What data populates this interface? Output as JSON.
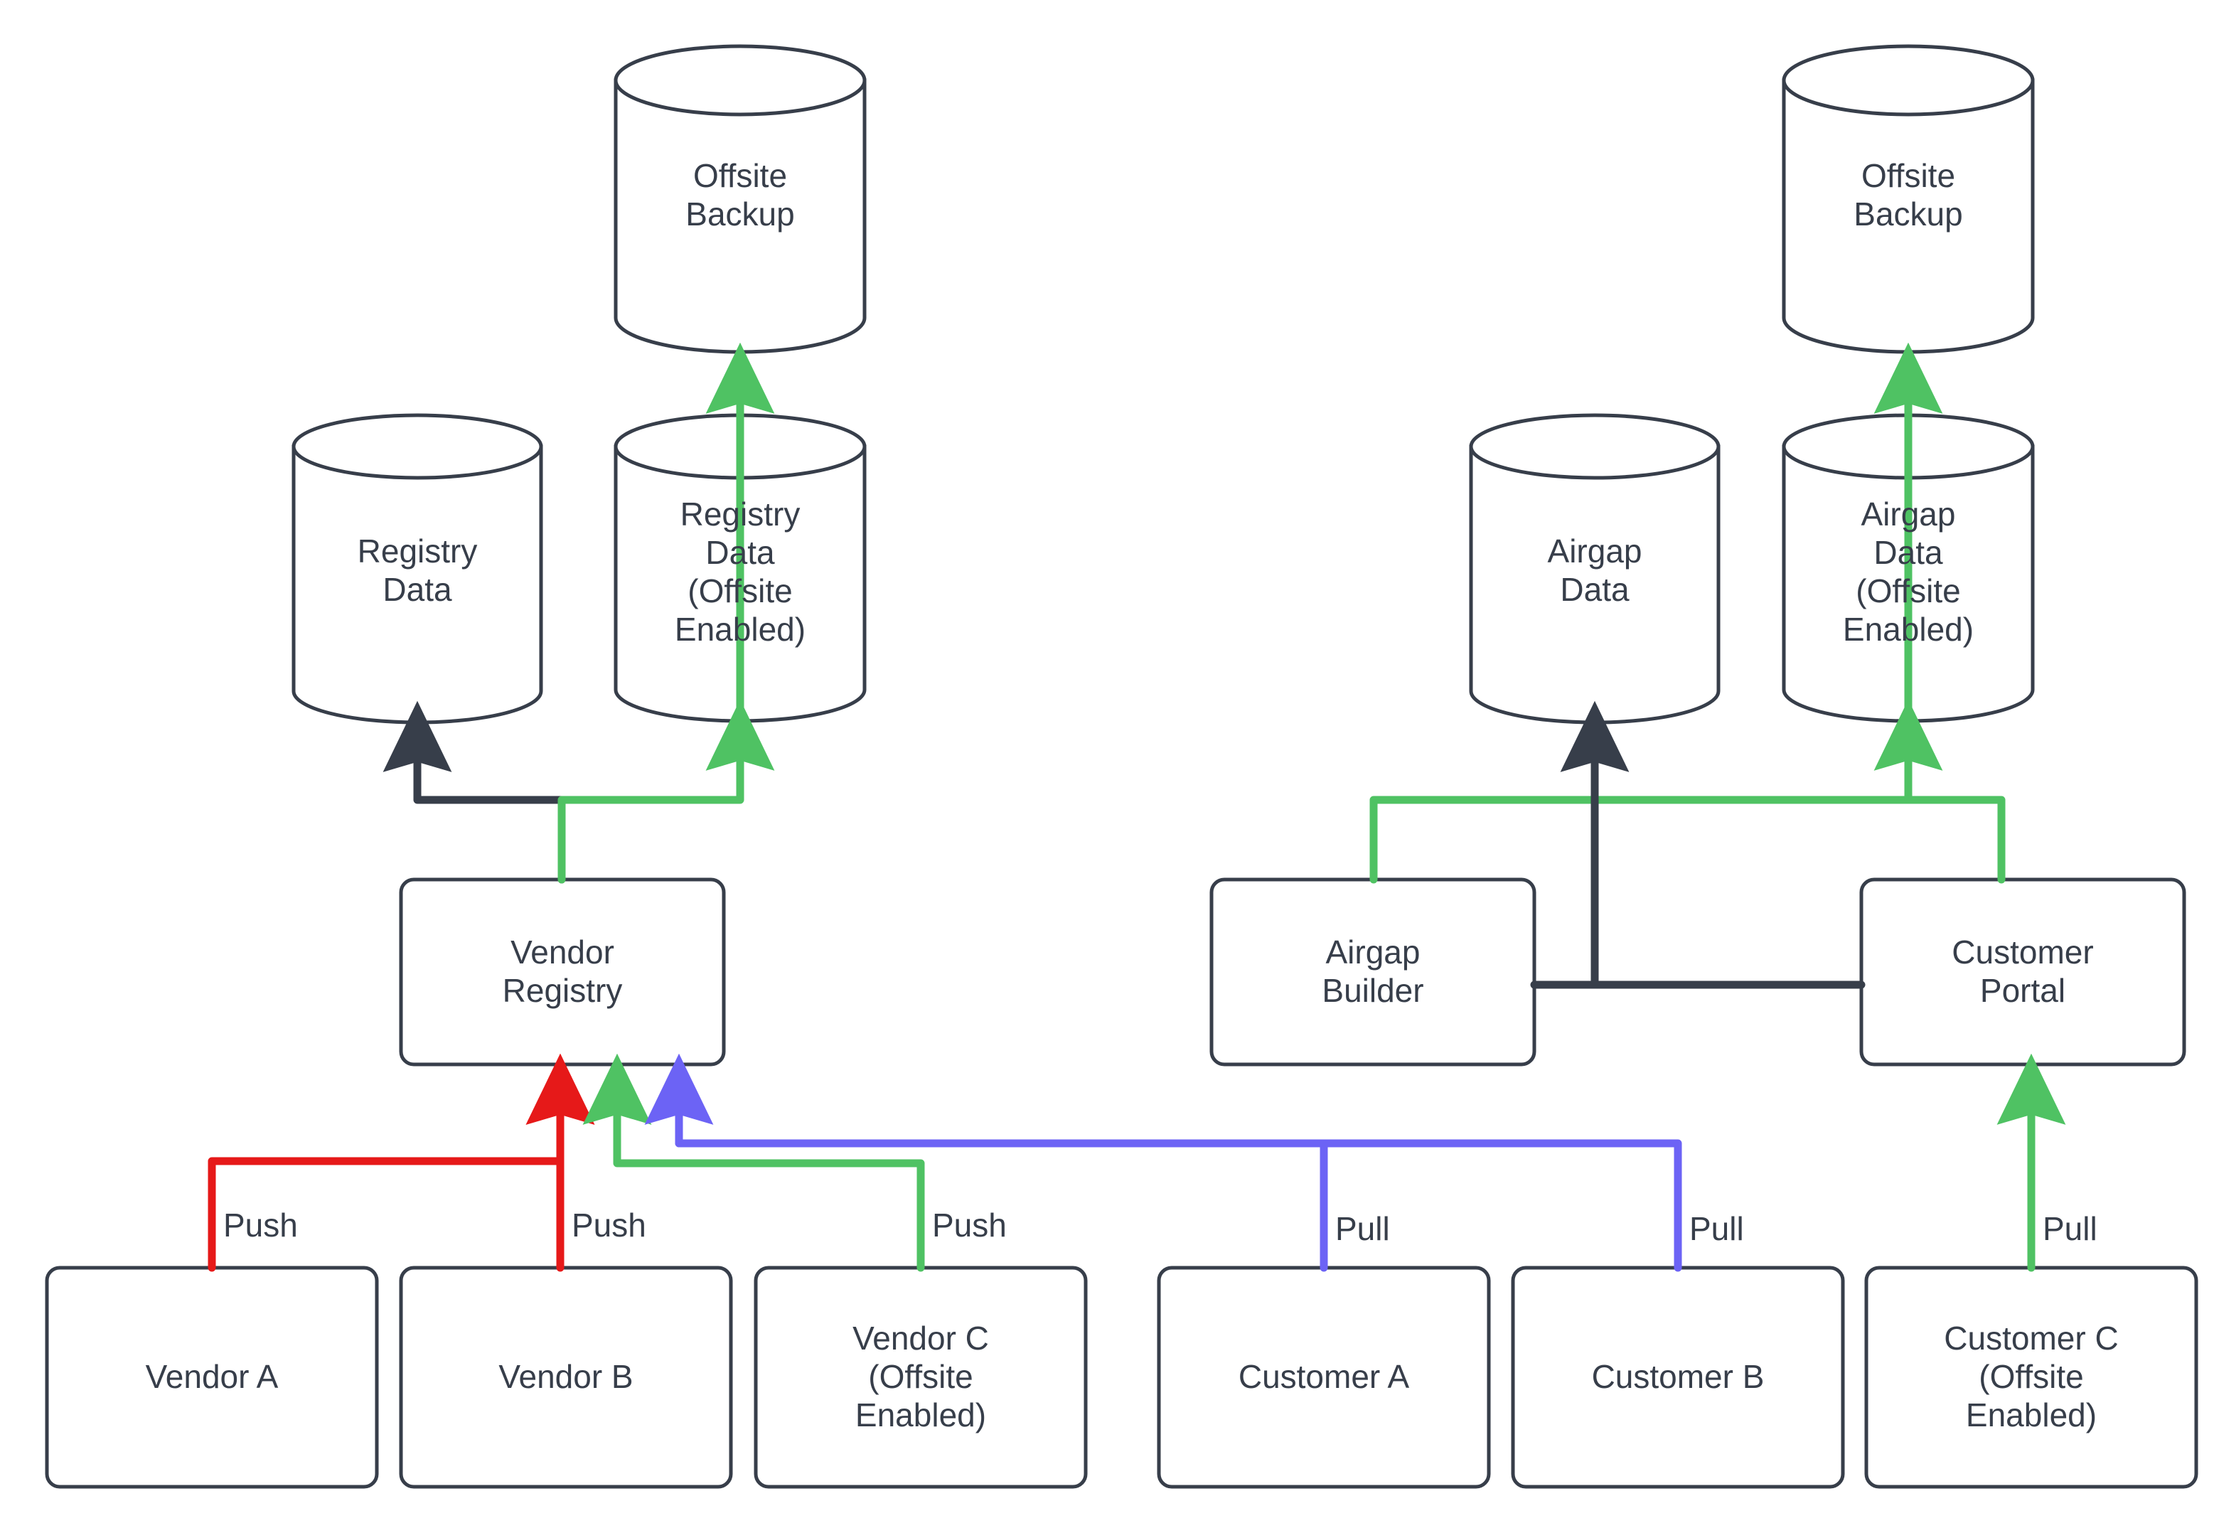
{
  "diagram": {
    "title": "Vendor and Customer Registry Offsite Backup Flow",
    "colors": {
      "stroke_dark": "#373e4a",
      "edge_green": "#4fc263",
      "edge_red": "#e61919",
      "edge_blue": "#6c63f5",
      "background": "#ffffff",
      "text": "#373e4a"
    },
    "nodes": {
      "offsite_backup_left": {
        "label": "Offsite\nBackup",
        "shape": "cylinder"
      },
      "registry_data": {
        "label": "Registry\nData",
        "shape": "cylinder"
      },
      "registry_data_offsite": {
        "label": "Registry\nData\n(Offsite\nEnabled)",
        "shape": "cylinder"
      },
      "vendor_registry": {
        "label": "Vendor\nRegistry",
        "shape": "rounded-rect"
      },
      "vendor_a": {
        "label": "Vendor A",
        "shape": "rounded-rect"
      },
      "vendor_b": {
        "label": "Vendor B",
        "shape": "rounded-rect"
      },
      "vendor_c": {
        "label": "Vendor C\n(Offsite\nEnabled)",
        "shape": "rounded-rect"
      },
      "offsite_backup_right": {
        "label": "Offsite\nBackup",
        "shape": "cylinder"
      },
      "airgap_data": {
        "label": "Airgap\nData",
        "shape": "cylinder"
      },
      "airgap_data_offsite": {
        "label": "Airgap\nData\n(Offsite\nEnabled)",
        "shape": "cylinder"
      },
      "airgap_builder": {
        "label": "Airgap\nBuilder",
        "shape": "rounded-rect"
      },
      "customer_portal": {
        "label": "Customer\nPortal",
        "shape": "rounded-rect"
      },
      "customer_a": {
        "label": "Customer A",
        "shape": "rounded-rect"
      },
      "customer_b": {
        "label": "Customer B",
        "shape": "rounded-rect"
      },
      "customer_c": {
        "label": "Customer C\n(Offsite\nEnabled)",
        "shape": "rounded-rect"
      }
    },
    "edge_labels": {
      "vendor_a_push": "Push",
      "vendor_b_push": "Push",
      "vendor_c_push": "Push",
      "customer_a_pull": "Pull",
      "customer_b_pull": "Pull",
      "customer_c_pull": "Pull"
    },
    "edges": [
      {
        "from": "vendor_a",
        "to": "vendor_registry",
        "label": "Push",
        "color": "#e61919"
      },
      {
        "from": "vendor_b",
        "to": "vendor_registry",
        "label": "Push",
        "color": "#e61919"
      },
      {
        "from": "vendor_c",
        "to": "vendor_registry",
        "label": "Push",
        "color": "#4fc263"
      },
      {
        "from": "customer_a",
        "to": "vendor_registry",
        "label": "Pull",
        "color": "#6c63f5"
      },
      {
        "from": "customer_b",
        "to": "vendor_registry",
        "label": "Pull",
        "color": "#6c63f5"
      },
      {
        "from": "customer_c",
        "to": "customer_portal",
        "label": "Pull",
        "color": "#4fc263"
      },
      {
        "from": "vendor_registry",
        "to": "registry_data",
        "label": "",
        "color": "#373e4a"
      },
      {
        "from": "vendor_registry",
        "to": "registry_data_offsite",
        "label": "",
        "color": "#4fc263"
      },
      {
        "from": "registry_data_offsite",
        "to": "offsite_backup_left",
        "label": "",
        "color": "#4fc263"
      },
      {
        "from": "airgap_builder",
        "to": "airgap_data_offsite",
        "label": "",
        "color": "#4fc263"
      },
      {
        "from": "customer_portal",
        "to": "airgap_data",
        "label": "",
        "color": "#373e4a"
      },
      {
        "from": "customer_portal",
        "to": "airgap_data_offsite",
        "label": "",
        "color": "#4fc263"
      },
      {
        "from": "airgap_data_offsite",
        "to": "offsite_backup_right",
        "label": "",
        "color": "#4fc263"
      }
    ]
  }
}
